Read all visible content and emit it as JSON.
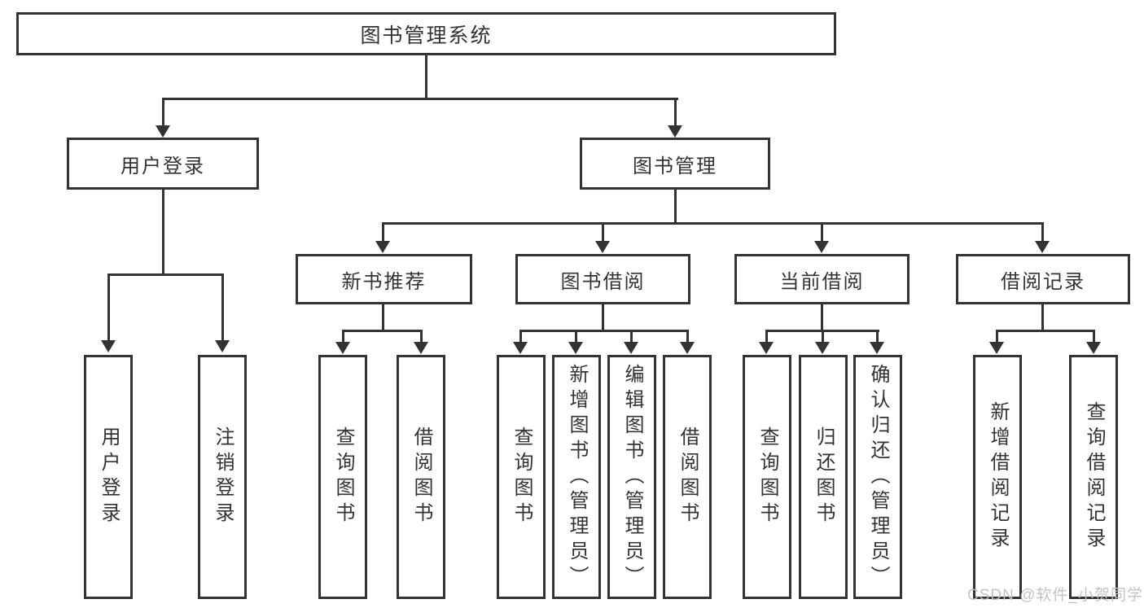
{
  "diagram": {
    "title": "图书管理系统",
    "watermark": "CSDN @软件_小贺同学",
    "colors": {
      "line": "#333333",
      "text": "#333333",
      "background": "#ffffff",
      "watermark": "#c1c1c1"
    },
    "nodes": {
      "root": {
        "label": "图书管理系统"
      },
      "userLogin": {
        "label": "用户登录"
      },
      "bookMgmt": {
        "label": "图书管理"
      },
      "newBookRec": {
        "label": "新书推荐"
      },
      "bookBorrow": {
        "label": "图书借阅"
      },
      "currentBorrow": {
        "label": "当前借阅"
      },
      "borrowRecords": {
        "label": "借阅记录"
      },
      "leafUserLogin": {
        "label": "用户登录"
      },
      "leafLogout": {
        "label": "注销登录"
      },
      "leafQueryBooks1": {
        "label": "查询图书"
      },
      "leafBorrowBooks1": {
        "label": "借阅图书"
      },
      "leafQueryBooks2": {
        "label": "查询图书"
      },
      "leafAddBook": {
        "label": "新增图书（管理员）"
      },
      "leafEditBook": {
        "label": "编辑图书（管理员）"
      },
      "leafBorrowBooks2": {
        "label": "借阅图书"
      },
      "leafQueryBooks3": {
        "label": "查询图书"
      },
      "leafReturnBook": {
        "label": "归还图书"
      },
      "leafConfirmReturn": {
        "label": "确认归还（管理员）"
      },
      "leafAddBorrowRecord": {
        "label": "新增借阅记录"
      },
      "leafQueryBorrowRecord": {
        "label": "查询借阅记录"
      }
    }
  }
}
